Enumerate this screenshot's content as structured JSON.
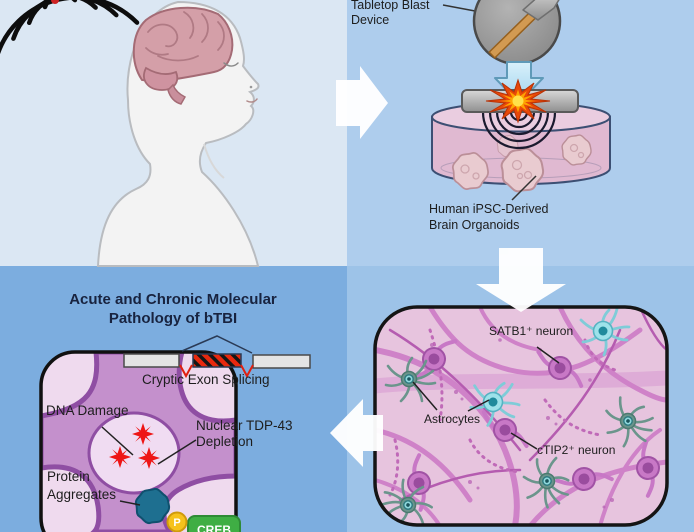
{
  "figure": {
    "panel_device": {
      "device_label": "Tabletop Blast Device",
      "organoids_label": "Human iPSC-Derived Brain Organoids"
    },
    "panel_cells": {
      "satb1_label": "SATB1⁺ neuron",
      "astrocytes_label": "Astrocytes",
      "ctip2_label": "cTIP2⁺ neuron"
    },
    "panel_pathology": {
      "title": "Acute and Chronic Molecular Pathology of bTBI",
      "cryptic_exon_label": "Cryptic Exon Splicing",
      "dna_damage_label": "DNA Damage",
      "tdp43_label": "Nuclear TDP-43 Depletion",
      "protein_aggregates_label": "Protein Aggregates",
      "phospho_badge": "P",
      "protein_tag_partial": "CREB"
    },
    "colors": {
      "bg_top_left": "#dbe7f3",
      "bg_top_right": "#aecded",
      "bg_bottom_left": "#7caddf",
      "bg_bottom_right": "#9dc3e8",
      "blast_wave_black": "#0d0d0d",
      "brain_pink": "#d49fa8",
      "dish_pink": "#e3bed3",
      "explosion_red": "#e84808",
      "explosion_yellow": "#ffa400",
      "cryptic_exon_red": "#e8280e",
      "cell_pink": "#efdaee",
      "neuron_purple": "#c490cc",
      "dna_damage_red": "#ee1515",
      "aggregate_teal": "#1e6f90",
      "phospho_yellow": "#f6c21c",
      "tag_green": "#3fae44",
      "astrocyte_teal": "#6b958c",
      "cyan_neuron": "#9de2ea"
    }
  }
}
